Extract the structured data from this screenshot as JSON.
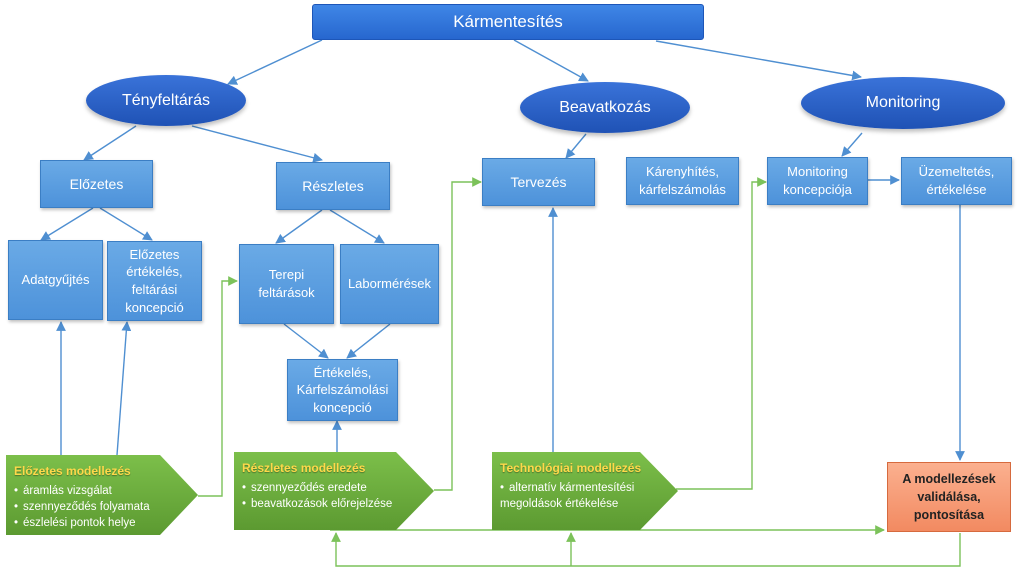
{
  "title": "Kármentesítés",
  "phases": {
    "tenyfeltaras": "Tényfeltárás",
    "beavatkozas": "Beavatkozás",
    "monitoring": "Monitoring"
  },
  "steps": {
    "elozetes": "Előzetes",
    "reszletes": "Részletes",
    "adatgyujtes": "Adatgyűjtés",
    "elozetes_ertekeles": "Előzetes\nértékelés,\nfeltárási\nkoncepció",
    "terepi_feltarasok": "Terepi\nfeltárások",
    "labormeresek": "Labormérések",
    "ertekeles_karfelszamolasi": "Értékelés,\nKárfelszámolási\nkoncepció",
    "tervezes": "Tervezés",
    "karenyhites": "Kárenyhítés,\nkárfelszámolás",
    "monitoring_koncepcio": "Monitoring\nkoncepciója",
    "uzemeltetes": "Üzemeltetés,\nértékelése"
  },
  "modelling": {
    "elozetes": {
      "title": "Előzetes modellezés",
      "items": [
        "áramlás vizsgálat",
        "szennyeződés folyamata",
        "észlelési pontok helye"
      ]
    },
    "reszletes": {
      "title": "Részletes modellezés",
      "items": [
        "szennyeződés eredete",
        "beavatkozások előrejelzése"
      ]
    },
    "technologiai": {
      "title": "Technológiai modellezés",
      "items": [
        "alternatív kármentesítési\nmegoldások értékelése"
      ]
    }
  },
  "validation": "A modellezések\nvalidálása,\npontosítása",
  "colors": {
    "blue_line": "#4f8fd1",
    "green_line": "#7cc25a",
    "green_fill": "#6cab3c",
    "orange_fill": "#f4926a"
  }
}
